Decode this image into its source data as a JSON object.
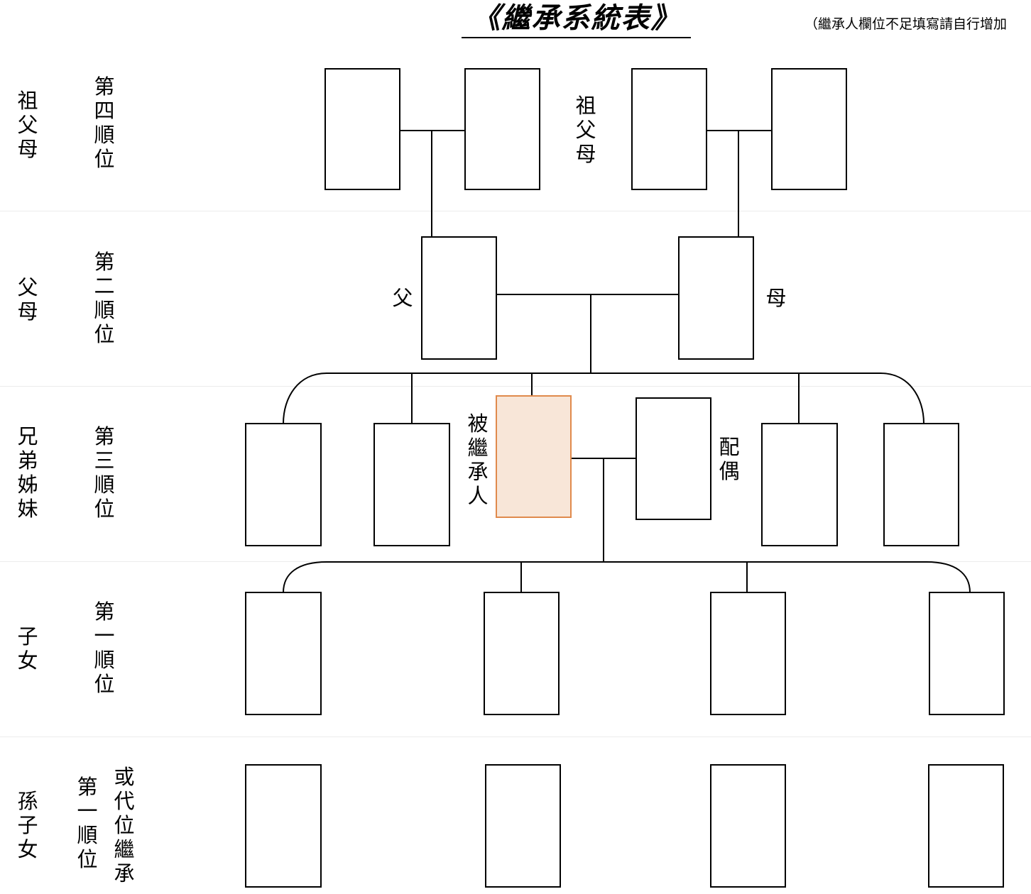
{
  "title": "《繼承系統表》",
  "note": "（繼承人欄位不足填寫請自行增加",
  "rows": [
    {
      "relation": "祖父母",
      "order": "第四順位"
    },
    {
      "relation": "父母",
      "order": "第二順位"
    },
    {
      "relation": "兄弟姊妹",
      "order": "第三順位"
    },
    {
      "relation": "子女",
      "order": "第一順位"
    },
    {
      "relation": "孫子女",
      "order": "第一順位",
      "order_note": "或代位繼承"
    }
  ],
  "labels": {
    "grandparents": "祖父母",
    "father": "父",
    "mother": "母",
    "decedent": "被繼承人",
    "spouse": "配偶"
  },
  "colors": {
    "decedent_fill": "#f8e6d8",
    "decedent_border": "#e08a4c",
    "line": "#000000"
  }
}
